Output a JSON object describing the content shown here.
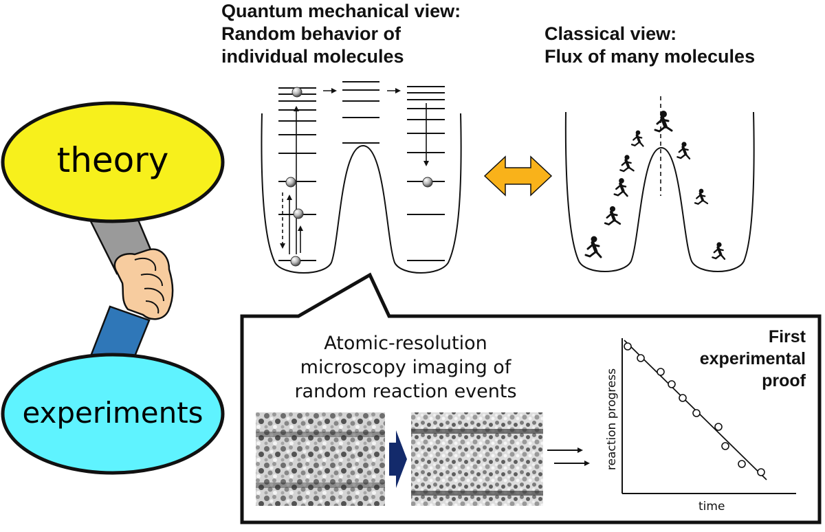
{
  "quantum": {
    "title_lines": [
      "Quantum mechanical view:",
      "Random behavior of",
      "individual molecules"
    ]
  },
  "classical": {
    "title_lines": [
      "Classical view:",
      "Flux of many molecules"
    ]
  },
  "ovals": {
    "theory": {
      "label": "theory",
      "fill": "#f7f01c"
    },
    "experiments": {
      "label": "experiments",
      "fill": "#5ff3ff"
    }
  },
  "callout": {
    "caption_lines": [
      "Atomic-resolution",
      "microscopy imaging of",
      "random reaction events"
    ],
    "proof_lines": [
      "First",
      "experimental",
      "proof"
    ]
  },
  "plot": {
    "ylabel": "reaction progress",
    "xlabel": "time"
  },
  "colors": {
    "double_arrow": "#f9b21a",
    "micro_arrow": "#132a6b",
    "sleeve_gray": "#9a9a9a",
    "sleeve_blue": "#2f77b8",
    "skin": "#f7cc9f"
  },
  "icons": [
    "handshake-icon",
    "double-arrow-icon",
    "ball-icon",
    "runner-icon"
  ]
}
